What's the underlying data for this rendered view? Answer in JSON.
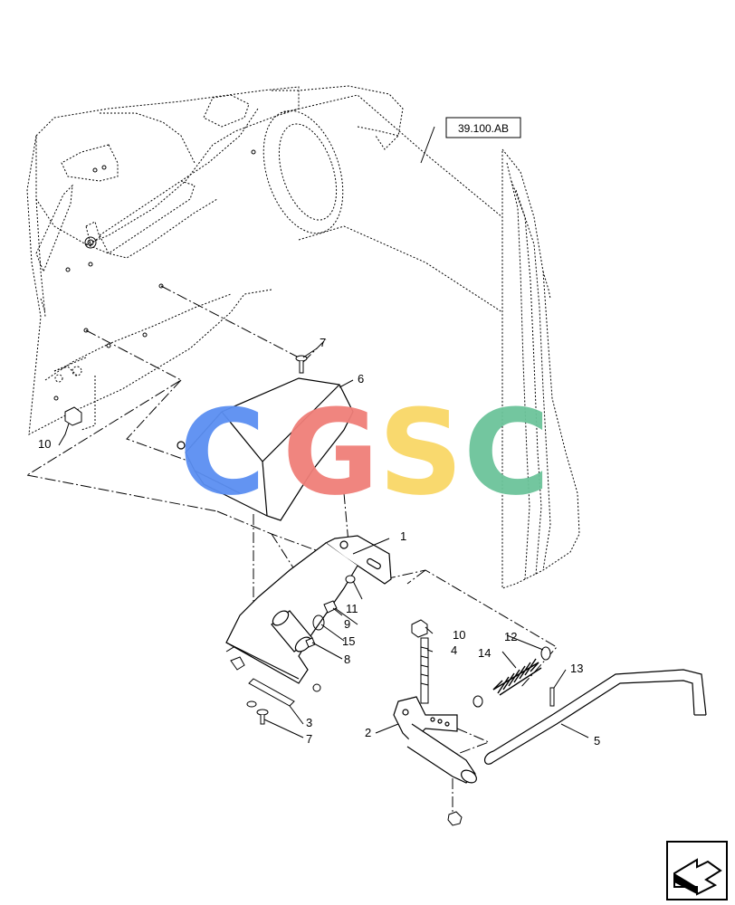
{
  "reference_box": {
    "label": "39.100.AB"
  },
  "callouts": [
    {
      "id": "callout-1",
      "label": "1"
    },
    {
      "id": "callout-2",
      "label": "2"
    },
    {
      "id": "callout-3",
      "label": "3"
    },
    {
      "id": "callout-4",
      "label": "4"
    },
    {
      "id": "callout-5",
      "label": "5"
    },
    {
      "id": "callout-6",
      "label": "6"
    },
    {
      "id": "callout-7-top",
      "label": "7"
    },
    {
      "id": "callout-7-bottom",
      "label": "7"
    },
    {
      "id": "callout-8",
      "label": "8"
    },
    {
      "id": "callout-9",
      "label": "9"
    },
    {
      "id": "callout-10-left",
      "label": "10"
    },
    {
      "id": "callout-10-right",
      "label": "10"
    },
    {
      "id": "callout-11",
      "label": "11"
    },
    {
      "id": "callout-12",
      "label": "12"
    },
    {
      "id": "callout-13",
      "label": "13"
    },
    {
      "id": "callout-14",
      "label": "14"
    },
    {
      "id": "callout-15",
      "label": "15"
    }
  ],
  "watermark": {
    "letters": [
      "C",
      "G",
      "S",
      "C"
    ],
    "colors": [
      "#5b8ff2",
      "#f07f79",
      "#f9d767",
      "#6cc49a"
    ]
  },
  "nav_icon": {
    "name": "next-page-arrow-icon"
  }
}
